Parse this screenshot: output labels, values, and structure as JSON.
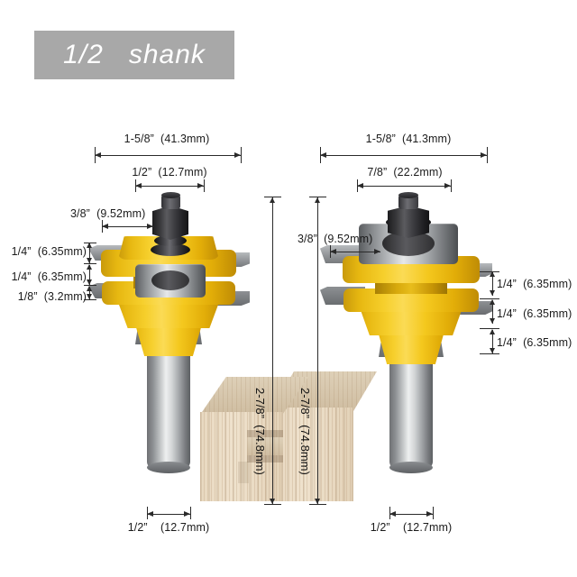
{
  "banner": {
    "label": "1/2   shank"
  },
  "colors": {
    "banner_bg": "#a8a8a8",
    "bit_yellow": "#f2c419",
    "carbide_gray": "#8a8d90",
    "shank_silver": "#c9cccd",
    "nut_black": "#232326",
    "wood_tan": "#e8d8c0",
    "dim_line": "#2a2a2a",
    "text": "#1b1b1b",
    "background": "#ffffff"
  },
  "left_bit": {
    "name": "rail-router-bit",
    "dimensions": {
      "overall_width": "1-5/8”  (41.3mm)",
      "cutter_width": "1/2”  (12.7mm)",
      "top_offset": "3/8”  (9.52mm)",
      "profile_1": "1/4”  (6.35mm)",
      "profile_2": "1/4”  (6.35mm)",
      "profile_3": "1/8”  (3.2mm)",
      "shank_diameter": "1/2”    (12.7mm)"
    }
  },
  "right_bit": {
    "name": "stile-router-bit",
    "dimensions": {
      "overall_width": "1-5/8”  (41.3mm)",
      "cutter_width": "7/8”  (22.2mm)",
      "top_offset": "3/8”  (9.52mm)",
      "profile_1": "1/4”  (6.35mm)",
      "profile_2": "1/4”  (6.35mm)",
      "profile_3": "1/4”  (6.35mm)",
      "shank_diameter": "1/2”    (12.7mm)"
    }
  },
  "height_dimensions": {
    "left_overall_height": "2-7/8”  (74.8mm)",
    "right_overall_height": "2-7/8”  (74.8mm)"
  },
  "workpiece": {
    "name": "wood-blocks",
    "description": "two tongue-and-groove wood sample blocks"
  }
}
